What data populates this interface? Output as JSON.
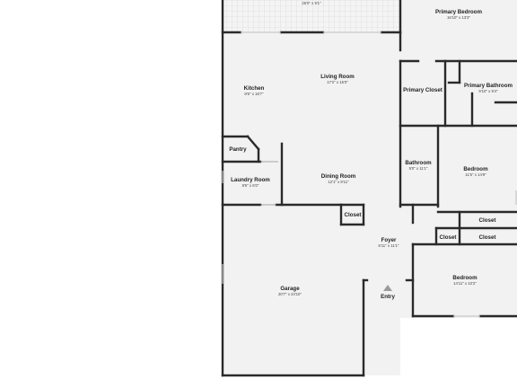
{
  "rooms": {
    "patio": {
      "label": "",
      "dim": "26'0\" x 9'1\""
    },
    "primary_bedroom": {
      "label": "Primary Bedroom",
      "dim": "16'10\" x 13'3\""
    },
    "living_room": {
      "label": "Living Room",
      "dim": "17'2\" x 16'0\""
    },
    "kitchen": {
      "label": "Kitchen",
      "dim": "8'6\" x 16'7\""
    },
    "primary_closet": {
      "label": "Primary Closet",
      "dim": ""
    },
    "primary_bathroom": {
      "label": "Primary Bathroom",
      "dim": "9'10\" x 9'4\""
    },
    "pantry": {
      "label": "Pantry",
      "dim": ""
    },
    "bathroom": {
      "label": "Bathroom",
      "dim": "5'0\" x 11'1\""
    },
    "bedroom_1": {
      "label": "Bedroom",
      "dim": "11'5\" x 14'9\""
    },
    "laundry_room": {
      "label": "Laundry Room",
      "dim": "8'6\" x 6'0\""
    },
    "dining_room": {
      "label": "Dining Room",
      "dim": "12'1\" x 8'11\""
    },
    "closet_hall": {
      "label": "Closet",
      "dim": ""
    },
    "closet_upper": {
      "label": "Closet",
      "dim": ""
    },
    "closet_mid": {
      "label": "Closet",
      "dim": ""
    },
    "closet_right": {
      "label": "Closet",
      "dim": ""
    },
    "foyer": {
      "label": "Foyer",
      "dim": "6'11\" x 11'1\""
    },
    "garage": {
      "label": "Garage",
      "dim": "20'7\" x 24'10\""
    },
    "bedroom_2": {
      "label": "Bedroom",
      "dim": "14'11\" x 10'2\""
    },
    "entry": {
      "label": "Entry",
      "dim": ""
    }
  },
  "icons": {
    "entry_marker": "triangle-up-icon"
  },
  "colors": {
    "floor": "#f2f2f2",
    "wall": "#2a2a2a",
    "background": "#ffffff"
  }
}
